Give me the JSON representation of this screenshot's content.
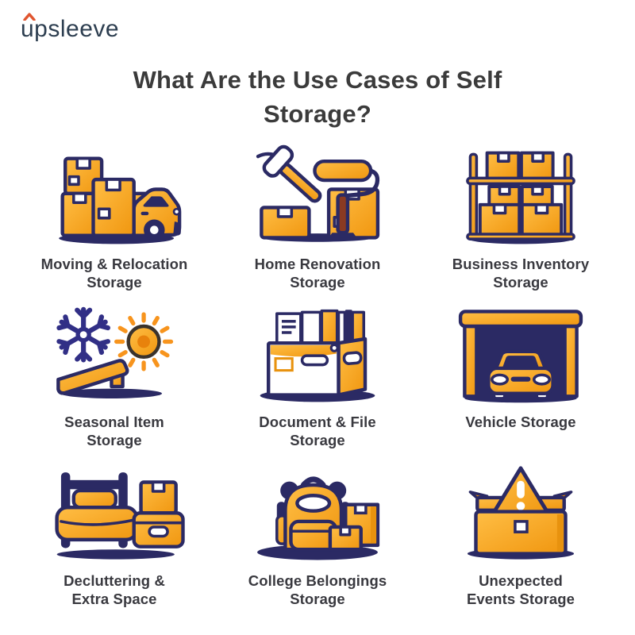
{
  "logo": {
    "text": "upsleeve",
    "caret_icon": "chevron-up-icon",
    "caret_color": "#E0552F",
    "text_color": "#2D3E50"
  },
  "title": "What Are the Use Cases of Self\nStorage?",
  "grid": {
    "items": [
      {
        "icon": "moving-truck-boxes",
        "label": "Moving & Relocation\nStorage"
      },
      {
        "icon": "hammer-paint-roller-boxes",
        "label": "Home Renovation\nStorage"
      },
      {
        "icon": "warehouse-shelf-boxes",
        "label": "Business Inventory\nStorage"
      },
      {
        "icon": "snowflake-sun-ramp",
        "label": "Seasonal Item\nStorage"
      },
      {
        "icon": "file-storage-box",
        "label": "Document & File\nStorage"
      },
      {
        "icon": "car-in-garage",
        "label": "Vehicle Storage"
      },
      {
        "icon": "bed-and-boxes",
        "label": "Decluttering &\nExtra Space"
      },
      {
        "icon": "backpack-and-boxes",
        "label": "College Belongings\nStorage"
      },
      {
        "icon": "warning-triangle-box",
        "label": "Unexpected\nEvents Storage"
      }
    ]
  },
  "colors": {
    "accent_orange": "#F7A01F",
    "orange_dark": "#E8920E",
    "outline_navy": "#2B2A64",
    "snowflake_indigo": "#312F86",
    "roller_grip_brown": "#8A3A22",
    "title_text": "#3B3B3B",
    "label_text": "#39393F",
    "background": "#FFFFFF"
  }
}
